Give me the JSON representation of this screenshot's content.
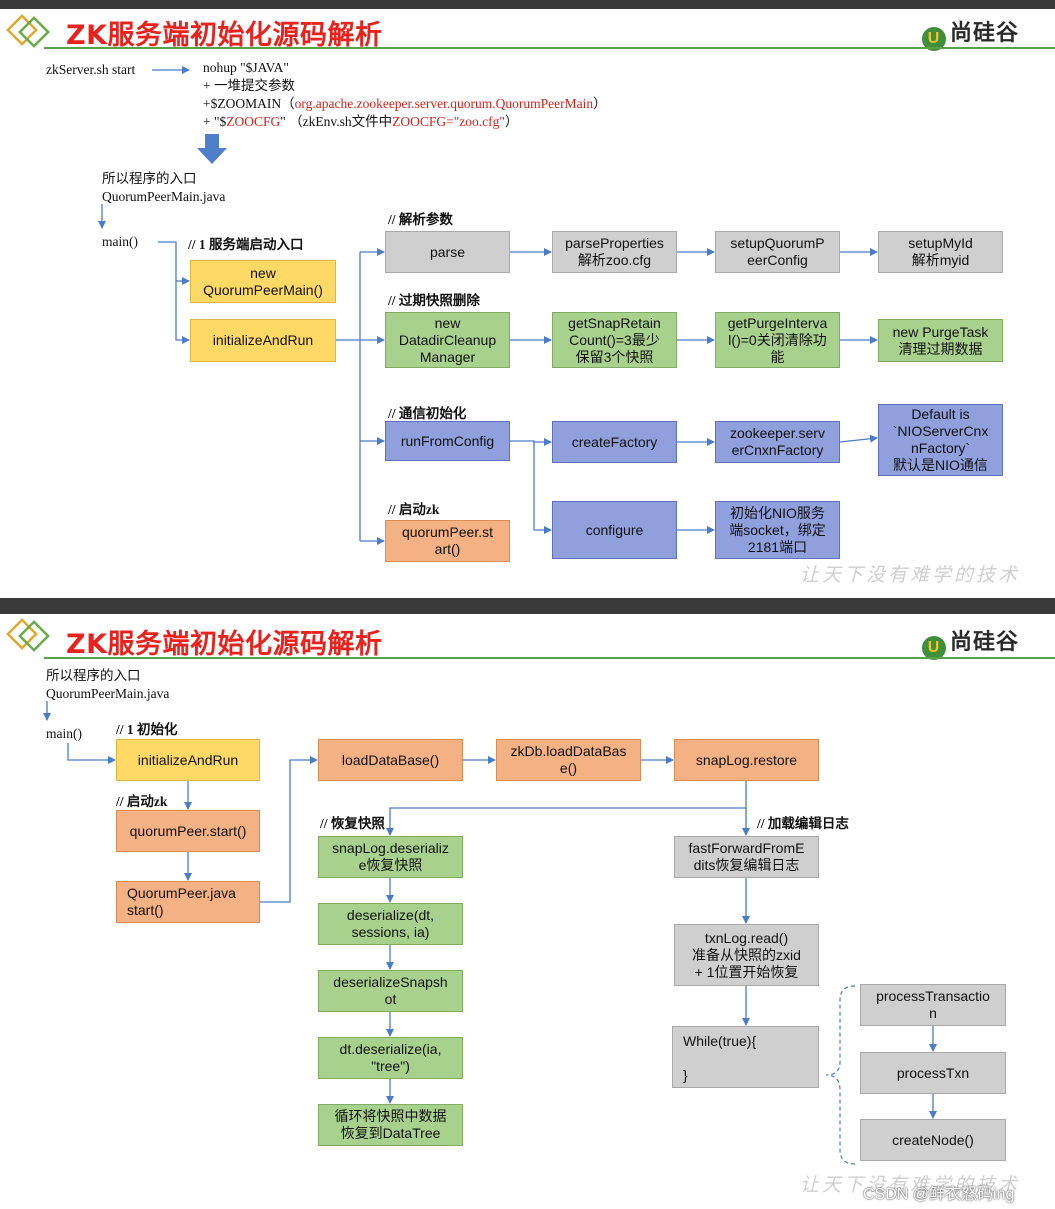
{
  "slide1": {
    "title": "ZK服务端初始化源码解析",
    "brand": "尚硅谷",
    "brand_mark": "U",
    "cmd": "zkServer.sh start",
    "script_lines": {
      "l1": "nohup \"$JAVA\"",
      "l2": "+ 一堆提交参数",
      "l3_pre": "+$ZOOMAIN（",
      "l3_red": "org.apache.zookeeper.server.quorum.QuorumPeerMain",
      "l3_post": "）",
      "l4_pre": "+ \"$",
      "l4_red": "ZOOCFG",
      "l4_mid": "\" （zkEnv.sh文件中",
      "l4_red2": "ZOOCFG=\"zoo.cfg\"",
      "l4_post": "）"
    },
    "entry": {
      "line1": "所以程序的入口",
      "line2": "QuorumPeerMain.java"
    },
    "main": "main()",
    "labels": {
      "start_entry": "// 1 服务端启动入口",
      "parse_args": "// 解析参数",
      "purge": "// 过期快照删除",
      "comm": "// 通信初始化",
      "start_zk": "// 启动zk"
    },
    "boxes": {
      "new_qpm": [
        "new",
        "QuorumPeerMain()"
      ],
      "init_run": [
        "initializeAndRun"
      ],
      "parse": [
        "parse"
      ],
      "parse_props": [
        "parseProperties",
        "解析zoo.cfg"
      ],
      "setup_qpc": [
        "setupQuorumP",
        "eerConfig"
      ],
      "setup_myid": [
        "setupMyId",
        "解析myid"
      ],
      "new_ddcm": [
        "new",
        "DatadirCleanup",
        "Manager"
      ],
      "get_snap": [
        "getSnapRetain",
        "Count()=3最少",
        "保留3个快照"
      ],
      "get_purge": [
        "getPurgeInterva",
        "l()=0关闭清除功",
        "能"
      ],
      "purge_task": [
        "new PurgeTask",
        "清理过期数据"
      ],
      "run_from_cfg": [
        "runFromConfig"
      ],
      "create_factory": [
        "createFactory"
      ],
      "zk_scf": [
        "zookeeper.serv",
        "erCnxnFactory"
      ],
      "default_nio": [
        "Default is",
        "`NIOServerCnx",
        "nFactory`",
        "默认是NIO通信"
      ],
      "configure": [
        "configure"
      ],
      "init_nio": [
        "初始化NIO服务",
        "端socket，绑定",
        "2181端口"
      ],
      "qp_start": [
        "quorumPeer.st",
        "art()"
      ]
    },
    "watermark": "让天下没有难学的技术"
  },
  "slide2": {
    "title": "ZK服务端初始化源码解析",
    "brand": "尚硅谷",
    "brand_mark": "U",
    "entry": {
      "line1": "所以程序的入口",
      "line2": "QuorumPeerMain.java"
    },
    "main": "main()",
    "labels": {
      "init": "// 1 初始化",
      "start_zk": "// 启动zk",
      "restore_snap": "// 恢复快照",
      "load_log": "// 加载编辑日志"
    },
    "boxes": {
      "init_run": [
        "initializeAndRun"
      ],
      "qp_start": [
        "quorumPeer.start()"
      ],
      "qp_java_start": [
        "QuorumPeer.java",
        "start()"
      ],
      "load_db": [
        "loadDataBase()"
      ],
      "zkdb_load": [
        "zkDb.loadDataBas",
        "e()"
      ],
      "snaplog_restore": [
        "snapLog.restore"
      ],
      "snaplog_deser": [
        "snapLog.deserializ",
        "e恢复快照"
      ],
      "deser_dt": [
        "deserialize(dt,",
        "sessions, ia)"
      ],
      "deser_snapshot": [
        "deserializeSnapsh",
        "ot"
      ],
      "dt_deser": [
        "dt.deserialize(ia,",
        "\"tree\")"
      ],
      "loop_restore": [
        "循环将快照中数据",
        "恢复到DataTree"
      ],
      "fast_forward": [
        "fastForwardFromE",
        "dits恢复编辑日志"
      ],
      "txnlog_read": [
        "txnLog.read()",
        "准备从快照的zxid",
        "+ 1位置开始恢复"
      ],
      "while_true": [
        "While(true){",
        "",
        "}"
      ],
      "process_txn_a": [
        "processTransactio",
        "n"
      ],
      "process_txn": [
        "processTxn"
      ],
      "create_node": [
        "createNode()"
      ]
    },
    "watermark": "让天下没有难学的技术"
  },
  "footer": "CSDN @鲜衣怒码ing",
  "colors": {
    "title_red": "#e8231e",
    "yellow": "#ffd966",
    "green": "#a9d18e",
    "gray": "#cfcfcf",
    "blue": "#8fa0dc",
    "orange": "#f4b183",
    "connector": "#4a7cc7"
  }
}
